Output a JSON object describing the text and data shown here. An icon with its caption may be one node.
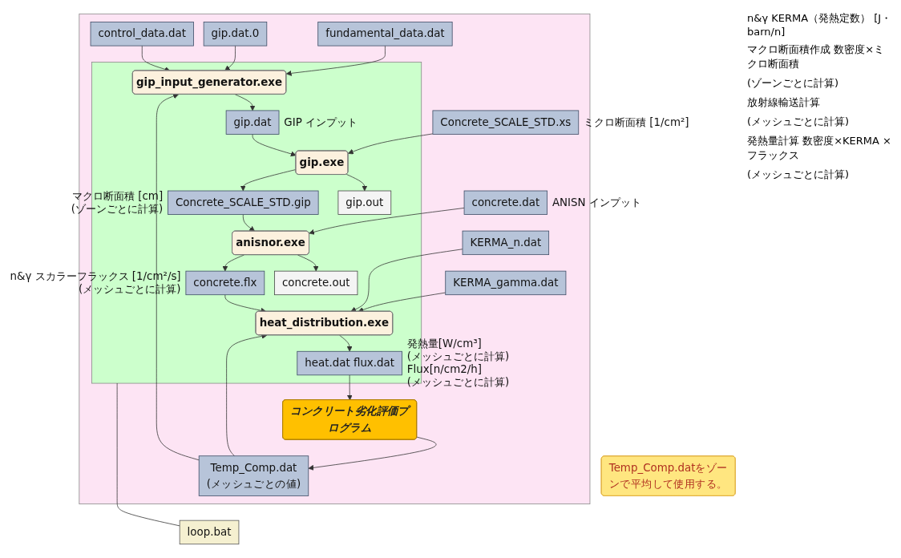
{
  "diagram": {
    "nodes": [
      {
        "text": [],
        "shape": "box"
      },
      {
        "text": [
          "control_data.dat"
        ],
        "in": 0
      },
      {
        "text": [
          "gip.dat.0"
        ],
        "in": 0
      },
      {
        "text": [
          "fundamental_data.dat"
        ],
        "in": 0
      },
      {
        "text": [],
        "shape": "box",
        "in": 0
      },
      {
        "text": [
          "gip_input_generator.exe"
        ],
        "in": 4
      },
      {
        "text": [
          "Temp_Comp.datをゾーンで平均して使用する。"
        ]
      },
      {
        "text": [
          "gip.dat"
        ],
        "beside": [
          "GIP インプット"
        ],
        "in": 4
      },
      {
        "text": [
          "gip.exe"
        ],
        "in": 4
      },
      {
        "text": [
          "Concrete_SCALE_STD.xs"
        ],
        "beside": [
          "ミクロ断面積 [1/cm²]"
        ],
        "in": 0
      },
      {
        "text": [
          "gip.out"
        ],
        "in": 4
      },
      {
        "text": [
          "Concrete_SCALE_STD.gip"
        ],
        "beside": [
          "マクロ断面積 [cm]",
          "(ゾーンごとに計算)"
        ],
        "in": 4
      },
      {
        "text": [
          "anisnor.exe"
        ],
        "in": 4
      },
      {
        "text": [
          "concrete.dat"
        ],
        "beside": [
          "ANISN インプット"
        ],
        "in": 0
      },
      {
        "text": [
          "concrete.out"
        ],
        "in": 4
      },
      {
        "text": [
          "concrete.flx"
        ],
        "beside": [
          "n&γ スカラーフラックス [1/cm²/s]",
          "(メッシュごとに計算)"
        ],
        "in": 4
      },
      {
        "text": [
          "KERMA_n.dat"
        ],
        "in": 0
      },
      {
        "text": [
          "KERMA_gamma.dat"
        ],
        "in": 0
      },
      {
        "text": [
          "heat_distribution.exe"
        ],
        "in": 4
      },
      {
        "text": [
          "heat.dat flux.dat"
        ],
        "beside": [
          "発熱量[W/cm³]",
          "(メッシュごとに計算)",
          "Flux[n/cm2/h]",
          "(メッシュごとに計算)"
        ],
        "in": 4
      },
      {
        "text": [
          "コンクリート劣化評価プログラム"
        ],
        "in": 0
      },
      {
        "text": [
          "Temp_Comp.dat",
          "(メッシュごとの値)"
        ],
        "in": 0
      },
      {
        "text": [
          "loop.bat"
        ]
      }
    ],
    "edges": [
      {
        "from": 1,
        "to": 5,
        "arrow": "to"
      },
      {
        "from": 2,
        "to": 5,
        "arrow": "to"
      },
      {
        "from": 3,
        "to": 5,
        "arrow": "to"
      },
      {
        "from": 5,
        "to": 7,
        "arrow": "to"
      },
      {
        "from": 7,
        "to": 8,
        "arrow": "to"
      },
      {
        "from": 9,
        "to": 8,
        "arrow": "to"
      },
      {
        "from": 8,
        "to": 10,
        "arrow": "to"
      },
      {
        "from": 8,
        "to": 11,
        "arrow": "to"
      },
      {
        "from": 11,
        "to": 12,
        "arrow": "to"
      },
      {
        "from": 13,
        "to": 12,
        "arrow": "to"
      },
      {
        "from": 12,
        "to": 14,
        "arrow": "to"
      },
      {
        "from": 12,
        "to": 15,
        "arrow": "to"
      },
      {
        "from": 15,
        "to": 18,
        "arrow": "to"
      },
      {
        "from": 16,
        "to": 18,
        "arrow": "to"
      },
      {
        "from": 17,
        "to": 18,
        "arrow": "to"
      },
      {
        "from": 18,
        "to": 19,
        "arrow": "to"
      },
      {
        "from": 19,
        "to": 20,
        "arrow": "to"
      },
      {
        "from": 20,
        "to": 21,
        "arrow": "to"
      },
      {
        "from": 21,
        "to": 18,
        "arrow": "to"
      },
      {
        "from": 21,
        "to": 5,
        "arrow": "to"
      },
      {
        "from": 22,
        "to": 4,
        "arrow": "none"
      }
    ],
    "labels": [
      "n&γ KERMA（発熱定数） [J・barn/n]",
      "マクロ断面積作成 数密度×ミクロ断面積",
      "(ゾーンごとに計算)",
      "放射線輸送計算",
      "(メッシュごとに計算)",
      "発熱量計算 数密度×KERMA ×フラックス",
      "(メッシュごとに計算)"
    ]
  }
}
